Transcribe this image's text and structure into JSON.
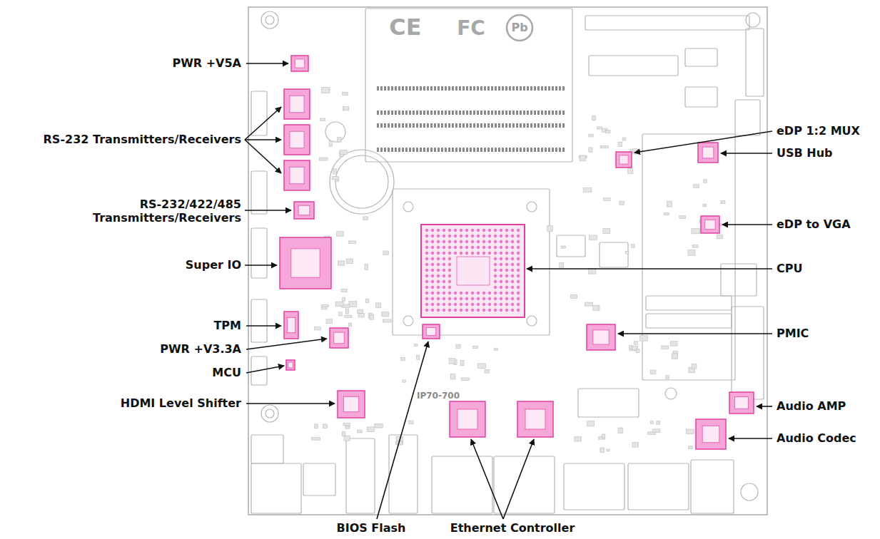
{
  "diagram": {
    "labels": [
      "PWR +V5A",
      "RS-232 Transmitters/Receivers",
      "RS-232/422/485 Transmitters/Receivers",
      "Super IO",
      "TPM",
      "PWR +V3.3A",
      "MCU",
      "HDMI Level Shifter",
      "BIOS Flash",
      "Ethernet Controller",
      "eDP 1:2 MUX",
      "USB Hub",
      "eDP to VGA",
      "CPU",
      "PMIC",
      "Audio AMP",
      "Audio Codec",
      "CE",
      "FC",
      "Pb",
      "IP70-700"
    ]
  }
}
